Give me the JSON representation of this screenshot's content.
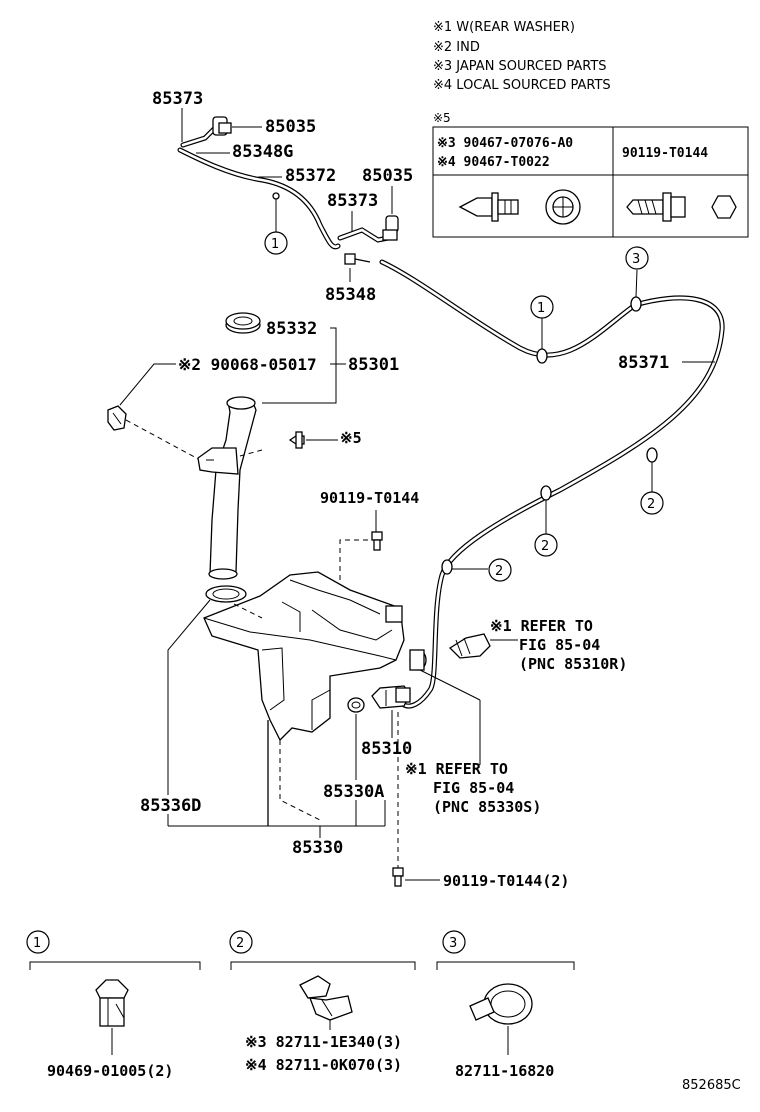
{
  "notes": [
    "※1 W(REAR WASHER)",
    "※2 IND",
    "※3 JAPAN SOURCED PARTS",
    "※4 LOCAL SOURCED PARTS"
  ],
  "table": {
    "heading": "※5",
    "left_line1": "※3 90467-07076-A0",
    "left_line2": "※4 90467-T0022",
    "right": "90119-T0144"
  },
  "parts": {
    "p85373_top": "85373",
    "p85035_top": "85035",
    "p85348G": "85348G",
    "p85372": "85372",
    "p85035_right": "85035",
    "p85373_mid": "85373",
    "p85348": "85348",
    "p85332": "85332",
    "p90068": "※2 90068-05017",
    "p85301": "85301",
    "note5": "※5",
    "p85371": "85371",
    "p90119_mid": "90119-T0144",
    "p85310": "85310",
    "p85330A": "85330A",
    "p85336D": "85336D",
    "p85330": "85330",
    "p90119_bottom": "90119-T0144(2)"
  },
  "refs": {
    "ref1_line1": "※1 REFER TO",
    "ref1_line2": "FIG 85-04",
    "ref1_line3": "(PNC 85310R)",
    "ref2_line1": "※1 REFER TO",
    "ref2_line2": "FIG 85-04",
    "ref2_line3": "(PNC 85330S)"
  },
  "callouts": [
    "1",
    "2",
    "3"
  ],
  "legend": {
    "item1": "90469-01005(2)",
    "item2_line1": "※3 82711-1E340(3)",
    "item2_line2": "※4 82711-0K070(3)",
    "item3": "82711-16820"
  },
  "drawing_id": "852685C"
}
